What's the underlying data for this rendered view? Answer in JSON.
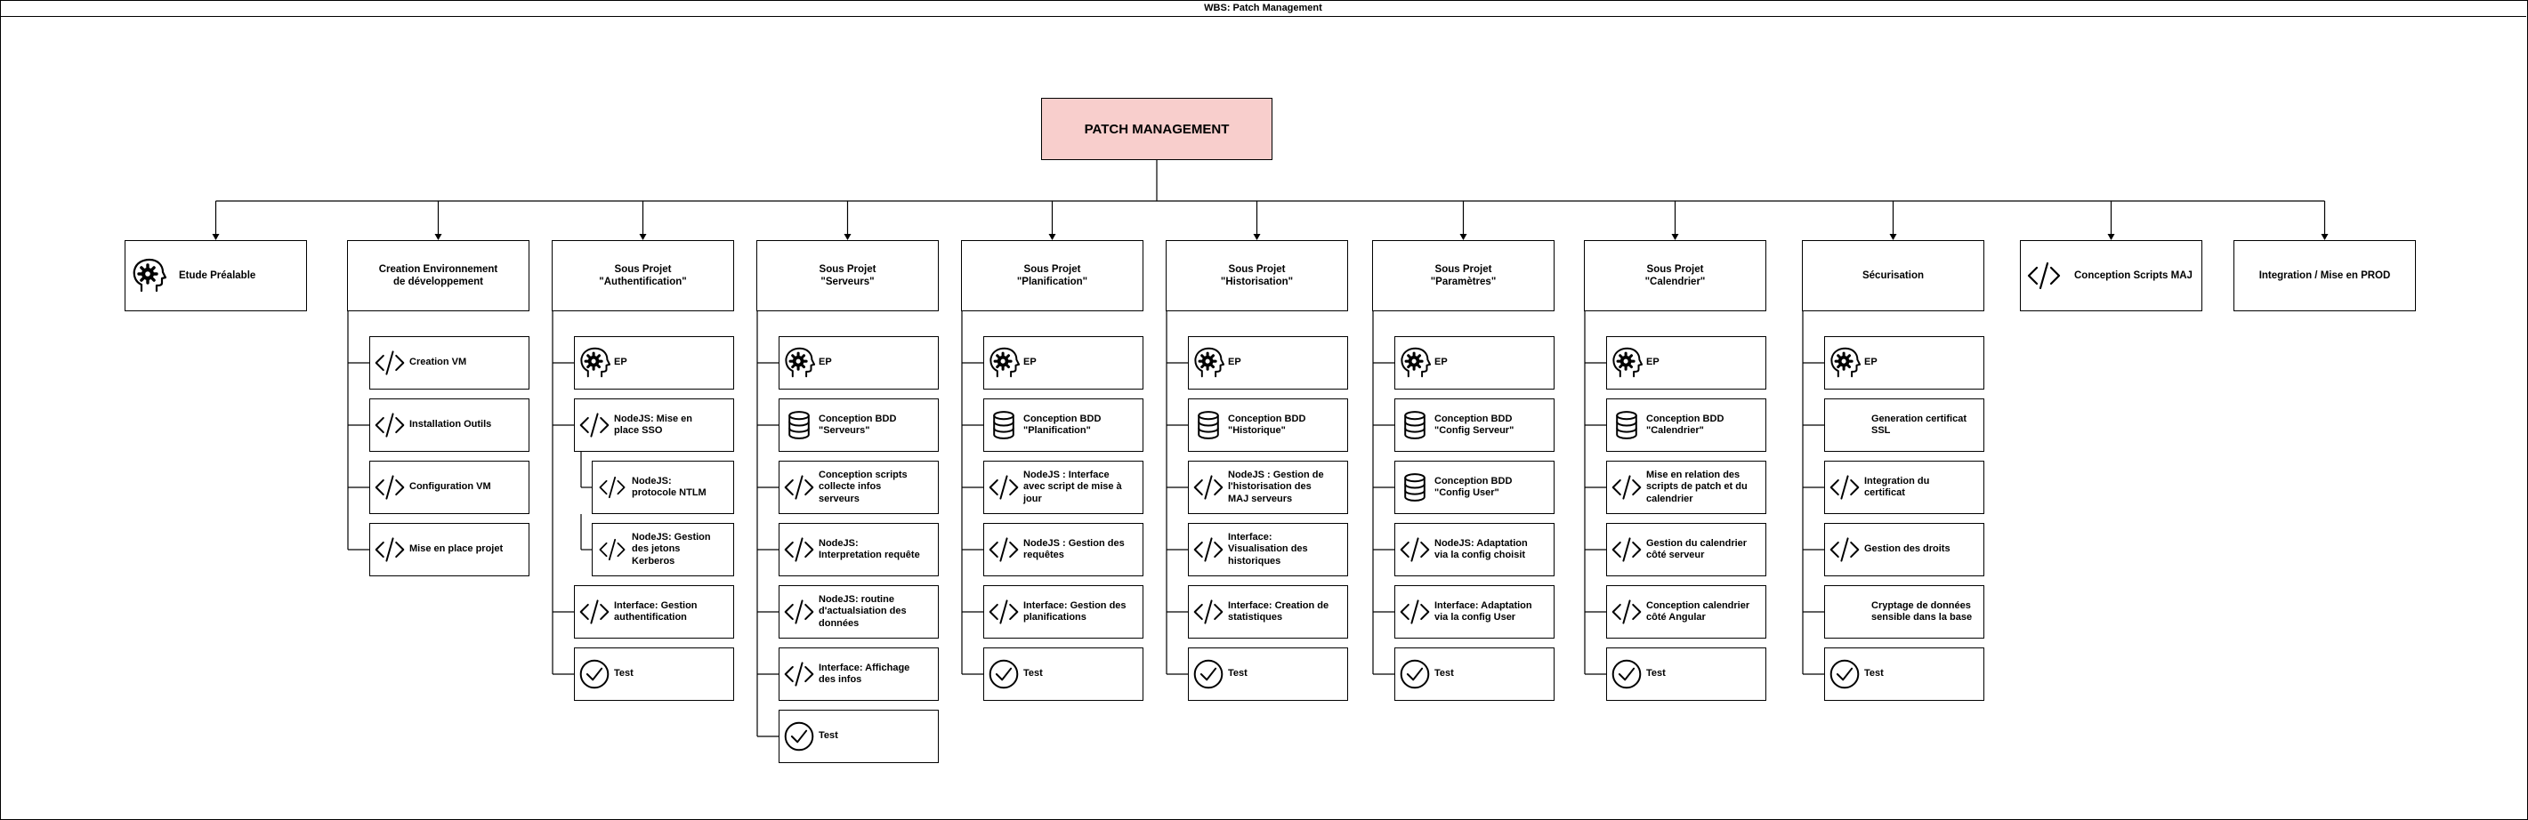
{
  "title": "WBS: Patch Management",
  "root": {
    "label": "PATCH MANAGEMENT"
  },
  "categories": [
    {
      "id": "etude",
      "label": "Etude Préalable",
      "icon": "gear-head-icon"
    },
    {
      "id": "env",
      "label": "Creation Environnement\nde développement"
    },
    {
      "id": "auth",
      "label": "Sous Projet\n\"Authentification\""
    },
    {
      "id": "serveurs",
      "label": "Sous Projet\n\"Serveurs\""
    },
    {
      "id": "planif",
      "label": "Sous Projet\n\"Planification\""
    },
    {
      "id": "histo",
      "label": "Sous Projet\n\"Historisation\""
    },
    {
      "id": "params",
      "label": "Sous Projet\n\"Paramètres\""
    },
    {
      "id": "calendrier",
      "label": "Sous Projet\n\"Calendrier\""
    },
    {
      "id": "secu",
      "label": "Sécurisation"
    },
    {
      "id": "scripts",
      "label": "Conception Scripts MAJ",
      "icon": "code-icon"
    },
    {
      "id": "prod",
      "label": "Integration / Mise en PROD"
    }
  ],
  "tasks": {
    "env": [
      {
        "label": "Creation VM",
        "icon": "code-icon"
      },
      {
        "label": "Installation Outils",
        "icon": "code-icon"
      },
      {
        "label": "Configuration VM",
        "icon": "code-icon"
      },
      {
        "label": "Mise en place projet",
        "icon": "code-icon"
      }
    ],
    "auth": [
      {
        "label": "EP",
        "icon": "gear-head-icon"
      },
      {
        "label": "NodeJS: Mise en\nplace SSO",
        "icon": "code-icon"
      },
      {
        "label": "NodeJS:\nprotocole NTLM",
        "icon": "code-icon"
      },
      {
        "label": "NodeJS:  Gestion\ndes jetons\nKerberos",
        "icon": "code-icon"
      },
      {
        "label": "Interface: Gestion\nauthentification",
        "icon": "code-icon"
      },
      {
        "label": "Test",
        "icon": "check-circle-icon"
      }
    ],
    "serveurs": [
      {
        "label": "EP",
        "icon": "gear-head-icon"
      },
      {
        "label": "Conception BDD\n\"Serveurs\"",
        "icon": "database-icon"
      },
      {
        "label": "Conception scripts\ncollecte infos\nserveurs",
        "icon": "code-icon"
      },
      {
        "label": "NodeJS:\nInterpretation requête",
        "icon": "code-icon"
      },
      {
        "label": "NodeJS: routine\nd'actualsiation des\ndonnées",
        "icon": "code-icon"
      },
      {
        "label": "Interface: Affichage\ndes infos",
        "icon": "code-icon"
      },
      {
        "label": "Test",
        "icon": "check-circle-icon"
      }
    ],
    "planif": [
      {
        "label": "EP",
        "icon": "gear-head-icon"
      },
      {
        "label": "Conception BDD\n\"Planification\"",
        "icon": "database-icon"
      },
      {
        "label": "NodeJS : Interface\navec script de mise à\njour",
        "icon": "code-icon"
      },
      {
        "label": "NodeJS : Gestion des\nrequêtes",
        "icon": "code-icon"
      },
      {
        "label": "Interface: Gestion des\nplanifications",
        "icon": "code-icon"
      },
      {
        "label": "Test",
        "icon": "check-circle-icon"
      }
    ],
    "histo": [
      {
        "label": "EP",
        "icon": "gear-head-icon"
      },
      {
        "label": "Conception BDD\n\"Historique\"",
        "icon": "database-icon"
      },
      {
        "label": "NodeJS : Gestion de\nl'historisation des\nMAJ serveurs",
        "icon": "code-icon"
      },
      {
        "label": "Interface:\nVisualisation des\nhistoriques",
        "icon": "code-icon"
      },
      {
        "label": "Interface: Creation de\nstatistiques",
        "icon": "code-icon"
      },
      {
        "label": "Test",
        "icon": "check-circle-icon"
      }
    ],
    "params": [
      {
        "label": "EP",
        "icon": "gear-head-icon"
      },
      {
        "label": "Conception BDD\n\"Config Serveur\"",
        "icon": "database-icon"
      },
      {
        "label": "Conception BDD\n\"Config User\"",
        "icon": "database-icon"
      },
      {
        "label": "NodeJS: Adaptation\nvia la config choisit",
        "icon": "code-icon"
      },
      {
        "label": "Interface: Adaptation\nvia la config User",
        "icon": "code-icon"
      },
      {
        "label": "Test",
        "icon": "check-circle-icon"
      }
    ],
    "calendrier": [
      {
        "label": "EP",
        "icon": "gear-head-icon"
      },
      {
        "label": "Conception BDD\n\"Calendrier\"",
        "icon": "database-icon"
      },
      {
        "label": "Mise en relation des\nscripts de patch et du\ncalendrier",
        "icon": "code-icon"
      },
      {
        "label": "Gestion du calendrier\ncôté serveur",
        "icon": "code-icon"
      },
      {
        "label": "Conception calendrier\ncôté Angular",
        "icon": "code-icon"
      },
      {
        "label": "Test",
        "icon": "check-circle-icon"
      }
    ],
    "secu": [
      {
        "label": "EP",
        "icon": "gear-head-icon"
      },
      {
        "label": "Generation certificat\nSSL",
        "icon": ""
      },
      {
        "label": "Integration du\ncertificat",
        "icon": "code-icon"
      },
      {
        "label": "Gestion des droits",
        "icon": "code-icon"
      },
      {
        "label": "Cryptage de données\nsensible dans la base",
        "icon": ""
      },
      {
        "label": "Test",
        "icon": "check-circle-icon"
      }
    ]
  }
}
